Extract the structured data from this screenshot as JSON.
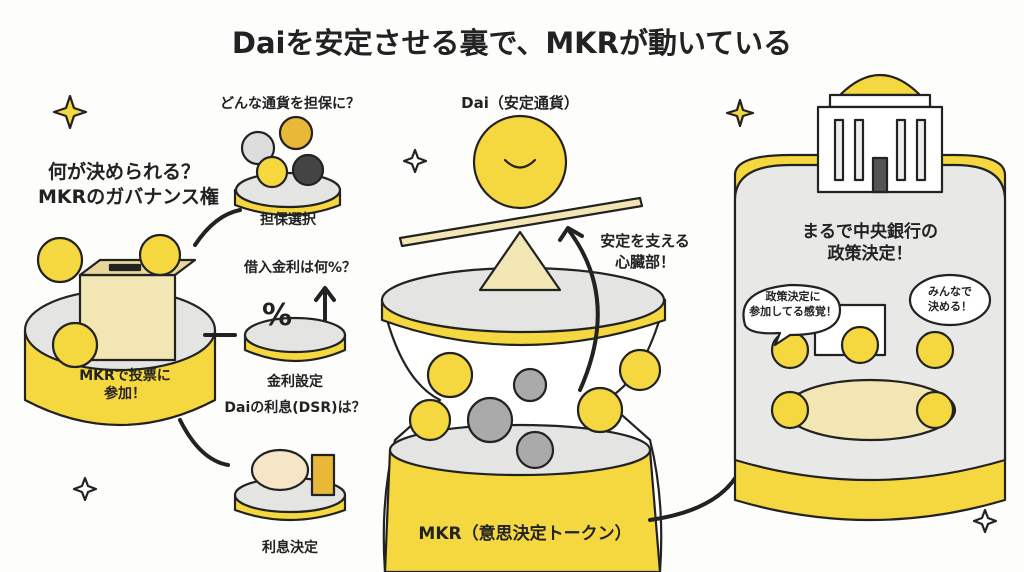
{
  "title": "Daiを安定させる裏で、MKRが動いている",
  "left": {
    "heading_line1": "何が決められる？",
    "heading_line2": "MKRのガバナンス権",
    "vote_line1": "MKRで投票に",
    "vote_line2": "参加！"
  },
  "items": [
    {
      "question": "どんな通貨を担保に？",
      "label": "担保選択"
    },
    {
      "question": "借入金利は何%？",
      "label": "金利設定"
    },
    {
      "question": "Daiの利息(DSR)は？",
      "label": "利息決定"
    }
  ],
  "center": {
    "dai_label": "Dai（安定通貨）",
    "heart_line1": "安定を支える",
    "heart_line2": "心臓部！",
    "mkr_label": "MKR（意思決定トークン）"
  },
  "right": {
    "heading_line1": "まるで中央銀行の",
    "heading_line2": "政策決定！",
    "bubble1_line1": "政策決定に",
    "bubble1_line2": "参加してる感覚！",
    "bubble2_line1": "みんなで",
    "bubble2_line2": "決める！"
  },
  "colors": {
    "yellow": "#f5d840",
    "gray": "#e4e4e2",
    "ink": "#222222"
  }
}
